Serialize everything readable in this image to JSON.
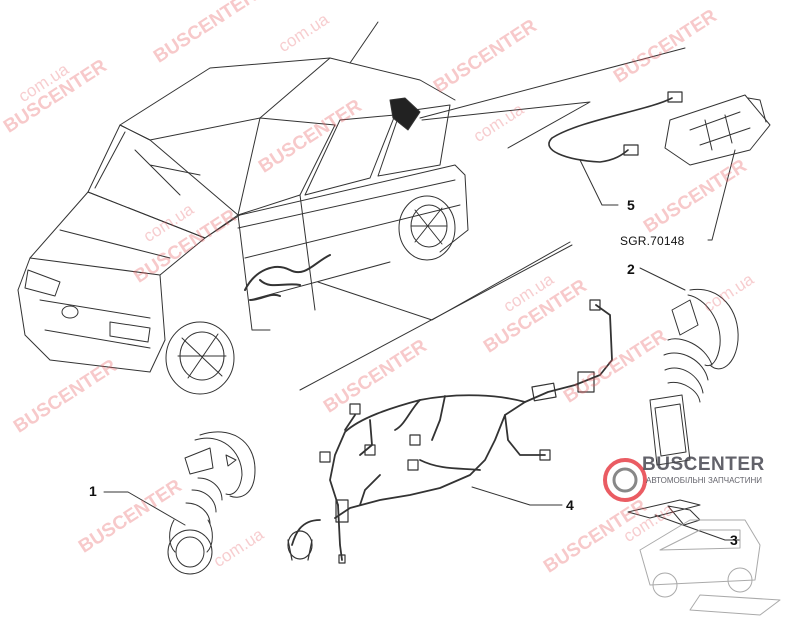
{
  "callouts": {
    "c1": "1",
    "c2": "2",
    "c3": "3",
    "c4": "4",
    "c5": "5"
  },
  "reference_code": "SGR.70148",
  "watermark": {
    "brand": "BUSCENTER",
    "domain": "BUSCENTER.com.ua",
    "short": "com.ua"
  },
  "logo": {
    "name": "BUSCENTER",
    "tagline": "АВТОМОБІЛЬНІ ЗАПЧАСТИНИ",
    "accent_color": "#e3262f"
  },
  "colors": {
    "line": "#222222",
    "watermark": "#e65a5f"
  }
}
